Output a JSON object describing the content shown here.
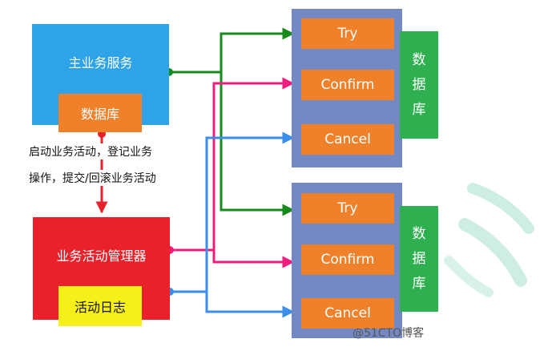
{
  "main_service": {
    "label": "主业务服务"
  },
  "main_database": {
    "label": "数据库"
  },
  "activity_manager": {
    "label": "业务活动管理器"
  },
  "activity_log": {
    "label": "活动日志"
  },
  "flow_labels": {
    "line1": "启动业务活动，登记业务",
    "line2": "操作，提交/回滚业务活动"
  },
  "participants": [
    {
      "operations": [
        "Try",
        "Confirm",
        "Cancel"
      ],
      "database_chars": [
        "数",
        "据",
        "库"
      ]
    },
    {
      "operations": [
        "Try",
        "Confirm",
        "Cancel"
      ],
      "database_chars": [
        "数",
        "据",
        "库"
      ]
    }
  ],
  "colors": {
    "try_line": "#178a1e",
    "confirm_line": "#ee1d7d",
    "cancel_line": "#3b8ee9",
    "register_line": "#e8212b"
  },
  "watermark": "@51CTO博客"
}
